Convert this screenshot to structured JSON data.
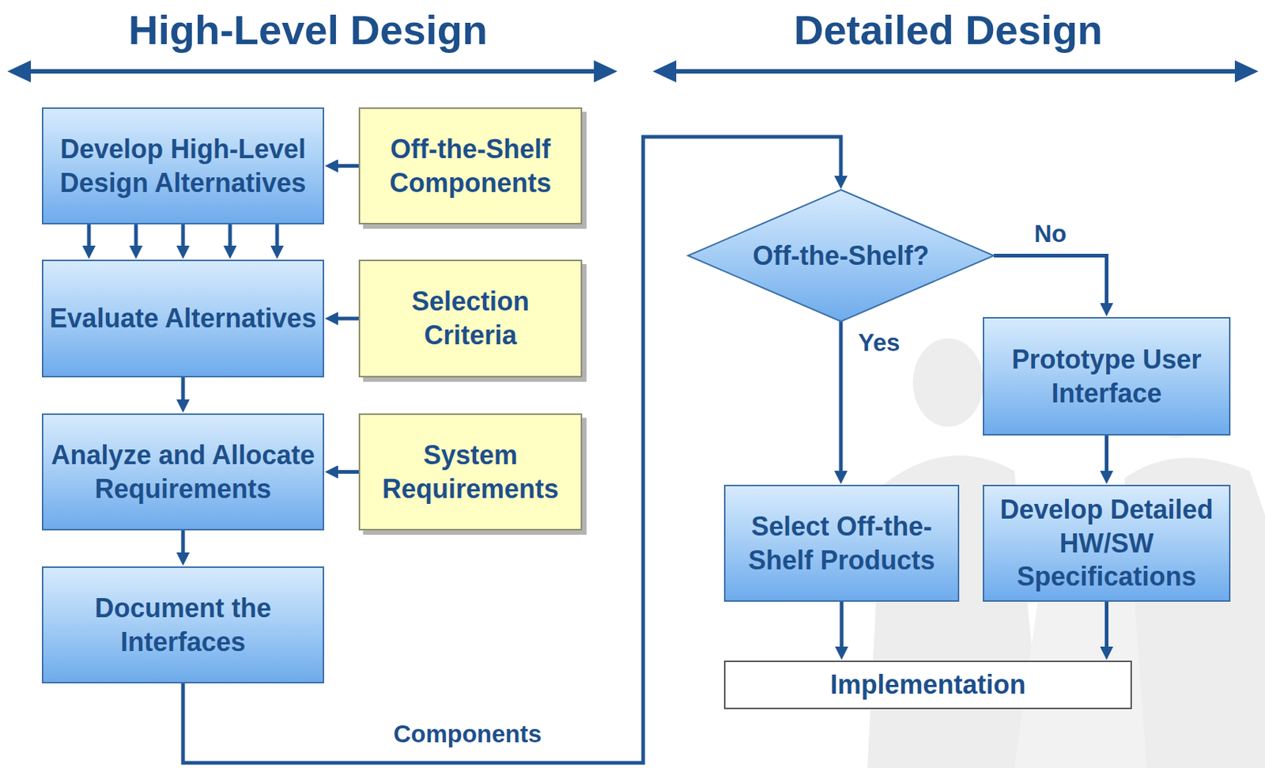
{
  "diagram": {
    "nodes": [
      {
        "text": [
          "Develop High-Level Design Alternatives"
        ]
      },
      {
        "text": [
          "Off-the-Shelf Components"
        ]
      },
      {
        "text": [
          "Evaluate Alternatives"
        ]
      },
      {
        "text": [
          "Selection Criteria"
        ]
      },
      {
        "text": [
          "Analyze and Allocate Requirements"
        ]
      },
      {
        "text": [
          "System Requirements"
        ]
      },
      {
        "text": [
          "Document the Interfaces"
        ]
      },
      {
        "text": [
          "Off-the-Shelf?"
        ]
      },
      {
        "text": [
          "Prototype User Interface"
        ]
      },
      {
        "text": [
          "Select Off-the-Shelf Products"
        ]
      },
      {
        "text": [
          "Develop Detailed HW/SW Specifications"
        ]
      },
      {
        "text": [
          "Implementation"
        ]
      }
    ],
    "edges": [
      {
        "from": 1,
        "to": 0,
        "arrow": "to"
      },
      {
        "from": 0,
        "to": 2,
        "arrow": "to"
      },
      {
        "from": 0,
        "to": 2,
        "arrow": "to"
      },
      {
        "from": 0,
        "to": 2,
        "arrow": "to"
      },
      {
        "from": 0,
        "to": 2,
        "arrow": "to"
      },
      {
        "from": 0,
        "to": 2,
        "arrow": "to"
      },
      {
        "from": 3,
        "to": 2,
        "arrow": "to"
      },
      {
        "from": 2,
        "to": 4,
        "arrow": "to"
      },
      {
        "from": 5,
        "to": 4,
        "arrow": "to"
      },
      {
        "from": 4,
        "to": 6,
        "arrow": "to"
      },
      {
        "from": 6,
        "to": 7,
        "label": "Components",
        "arrow": "to"
      },
      {
        "from": 7,
        "to": 8,
        "label": "No",
        "arrow": "to"
      },
      {
        "from": 7,
        "to": 9,
        "label": "Yes",
        "arrow": "to"
      },
      {
        "from": 8,
        "to": 10,
        "arrow": "to"
      },
      {
        "from": 9,
        "to": 11,
        "arrow": "to"
      },
      {
        "from": 10,
        "to": 11,
        "arrow": "to"
      }
    ],
    "labels": [
      "High-Level Design",
      "Detailed Design"
    ]
  }
}
